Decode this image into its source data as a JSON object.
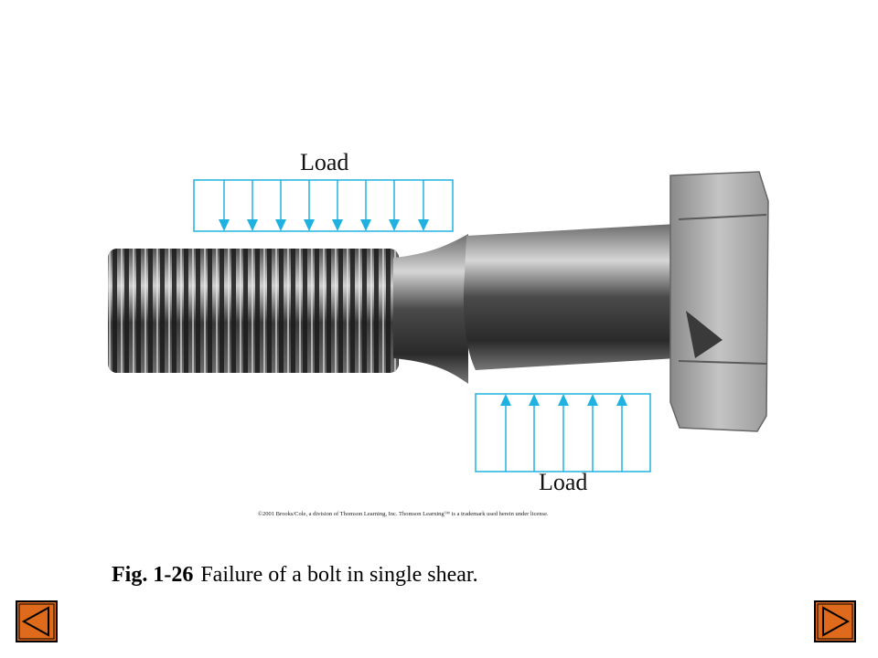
{
  "figure": {
    "load_top_label": "Load",
    "load_bottom_label": "Load",
    "copyright": "©2001 Brooks/Cole, a division of Thomson Learning, Inc.  Thomson Learning™ is a trademark used herein under license."
  },
  "caption": {
    "number": "Fig. 1-26",
    "text": "Failure of a bolt in single shear."
  },
  "nav": {
    "prev_icon": "triangle-left-icon",
    "next_icon": "triangle-right-icon"
  },
  "colors": {
    "load_arrow": "#1fb2e0",
    "nav_fill": "#e06a1c",
    "nav_border": "#000000"
  }
}
